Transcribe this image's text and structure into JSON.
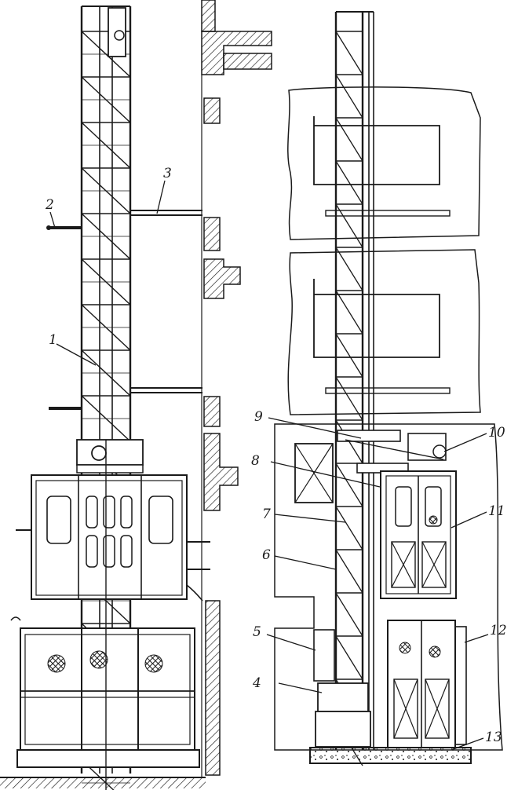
{
  "figure": {
    "callouts": [
      {
        "id": "c1",
        "text": "1"
      },
      {
        "id": "c2",
        "text": "2"
      },
      {
        "id": "c3",
        "text": "3"
      },
      {
        "id": "c4",
        "text": "4"
      },
      {
        "id": "c5",
        "text": "5"
      },
      {
        "id": "c6",
        "text": "6"
      },
      {
        "id": "c7",
        "text": "7"
      },
      {
        "id": "c8",
        "text": "8"
      },
      {
        "id": "c9",
        "text": "9"
      },
      {
        "id": "c10",
        "text": "10"
      },
      {
        "id": "c11",
        "text": "11"
      },
      {
        "id": "c12",
        "text": "12"
      },
      {
        "id": "c13",
        "text": "13"
      }
    ]
  }
}
